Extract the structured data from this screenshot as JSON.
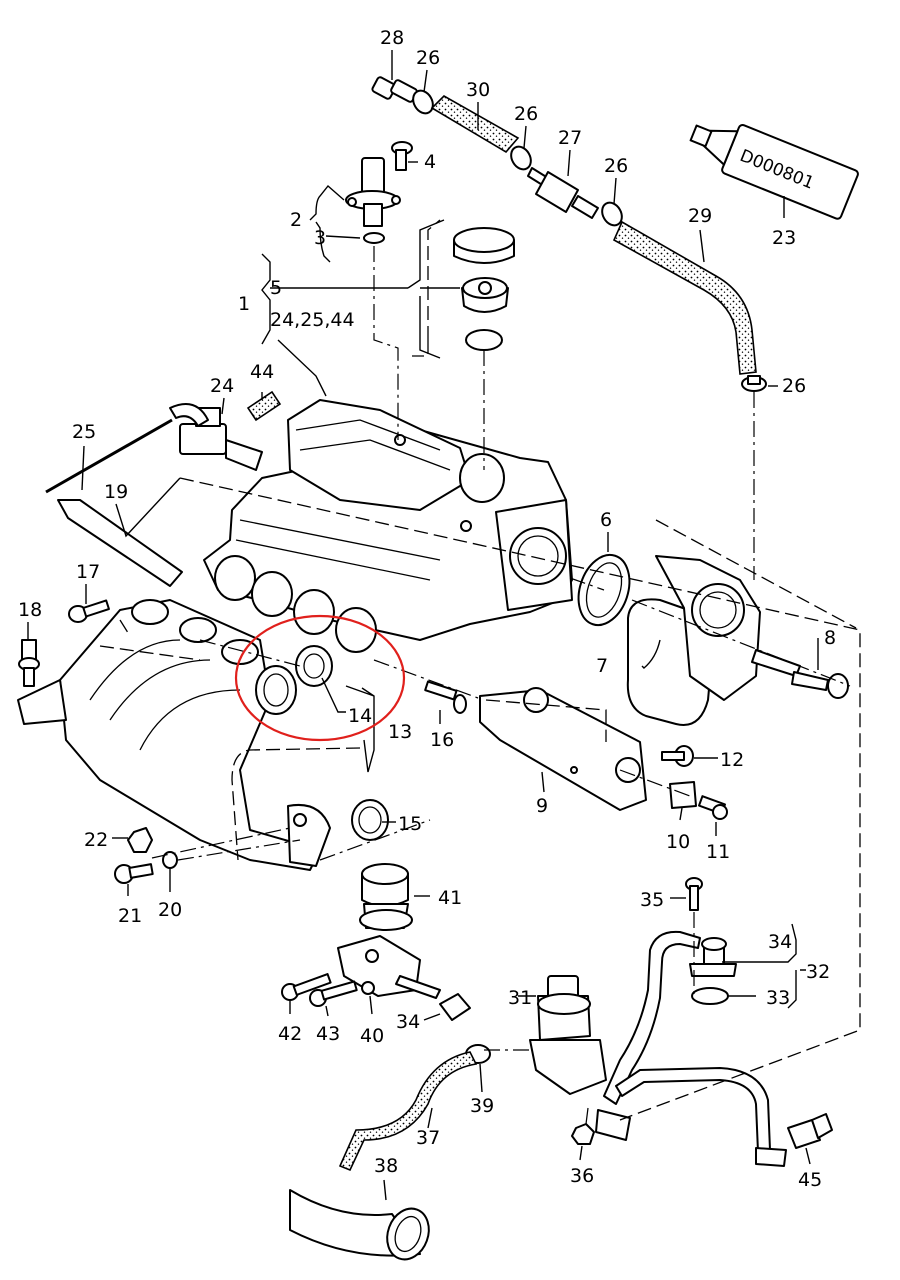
{
  "tube_code": "D000801",
  "callouts": [
    {
      "id": "c28",
      "text": "28"
    },
    {
      "id": "c26a",
      "text": "26"
    },
    {
      "id": "c30",
      "text": "30"
    },
    {
      "id": "c26b",
      "text": "26"
    },
    {
      "id": "c27",
      "text": "27"
    },
    {
      "id": "c26c",
      "text": "26"
    },
    {
      "id": "c4",
      "text": "4"
    },
    {
      "id": "c2",
      "text": "2"
    },
    {
      "id": "c3",
      "text": "3"
    },
    {
      "id": "c29",
      "text": "29"
    },
    {
      "id": "c23",
      "text": "23"
    },
    {
      "id": "c5",
      "text": "5"
    },
    {
      "id": "c1",
      "text": "1"
    },
    {
      "id": "c24_25_44",
      "text": "24,25,44"
    },
    {
      "id": "c26d",
      "text": "26"
    },
    {
      "id": "c24",
      "text": "24"
    },
    {
      "id": "c44",
      "text": "44"
    },
    {
      "id": "c25",
      "text": "25"
    },
    {
      "id": "c19",
      "text": "19"
    },
    {
      "id": "c6",
      "text": "6"
    },
    {
      "id": "c17",
      "text": "17"
    },
    {
      "id": "c18",
      "text": "18"
    },
    {
      "id": "c8",
      "text": "8"
    },
    {
      "id": "c7",
      "text": "7"
    },
    {
      "id": "c14",
      "text": "14"
    },
    {
      "id": "c13",
      "text": "13"
    },
    {
      "id": "c16",
      "text": "16"
    },
    {
      "id": "c12",
      "text": "12"
    },
    {
      "id": "c9",
      "text": "9"
    },
    {
      "id": "c15",
      "text": "15"
    },
    {
      "id": "c10",
      "text": "10"
    },
    {
      "id": "c11",
      "text": "11"
    },
    {
      "id": "c22",
      "text": "22"
    },
    {
      "id": "c21",
      "text": "21"
    },
    {
      "id": "c20",
      "text": "20"
    },
    {
      "id": "c41",
      "text": "41"
    },
    {
      "id": "c35",
      "text": "35"
    },
    {
      "id": "c34a",
      "text": "34"
    },
    {
      "id": "c32",
      "text": "32"
    },
    {
      "id": "c33",
      "text": "33"
    },
    {
      "id": "c42",
      "text": "42"
    },
    {
      "id": "c43",
      "text": "43"
    },
    {
      "id": "c40",
      "text": "40"
    },
    {
      "id": "c34b",
      "text": "34"
    },
    {
      "id": "c31",
      "text": "31"
    },
    {
      "id": "c39",
      "text": "39"
    },
    {
      "id": "c37",
      "text": "37"
    },
    {
      "id": "c38",
      "text": "38"
    },
    {
      "id": "c36",
      "text": "36"
    },
    {
      "id": "c45",
      "text": "45"
    }
  ],
  "highlight": {
    "color": "#e0201c",
    "target": "14"
  }
}
